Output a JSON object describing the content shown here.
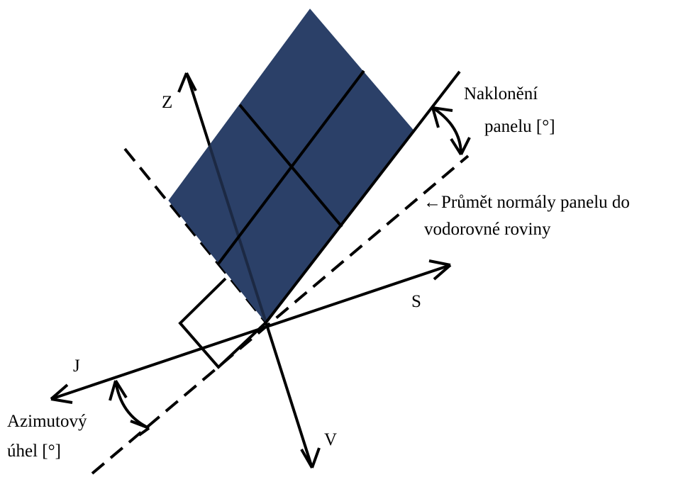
{
  "labels": {
    "axis_z": "Z",
    "axis_s": "S",
    "axis_j": "J",
    "axis_v": "V",
    "tilt_line1": "Naklonění",
    "tilt_line2": "panelu [°]",
    "normal_projection_line1": "←Průmět normály panelu do",
    "normal_projection_line2": "vodorovné roviny",
    "azimuth_line1": "Azimutový",
    "azimuth_line2": "úhel [°]"
  },
  "colors": {
    "panel_fill": "#2b4068",
    "stroke": "#000000",
    "background": "#ffffff"
  }
}
